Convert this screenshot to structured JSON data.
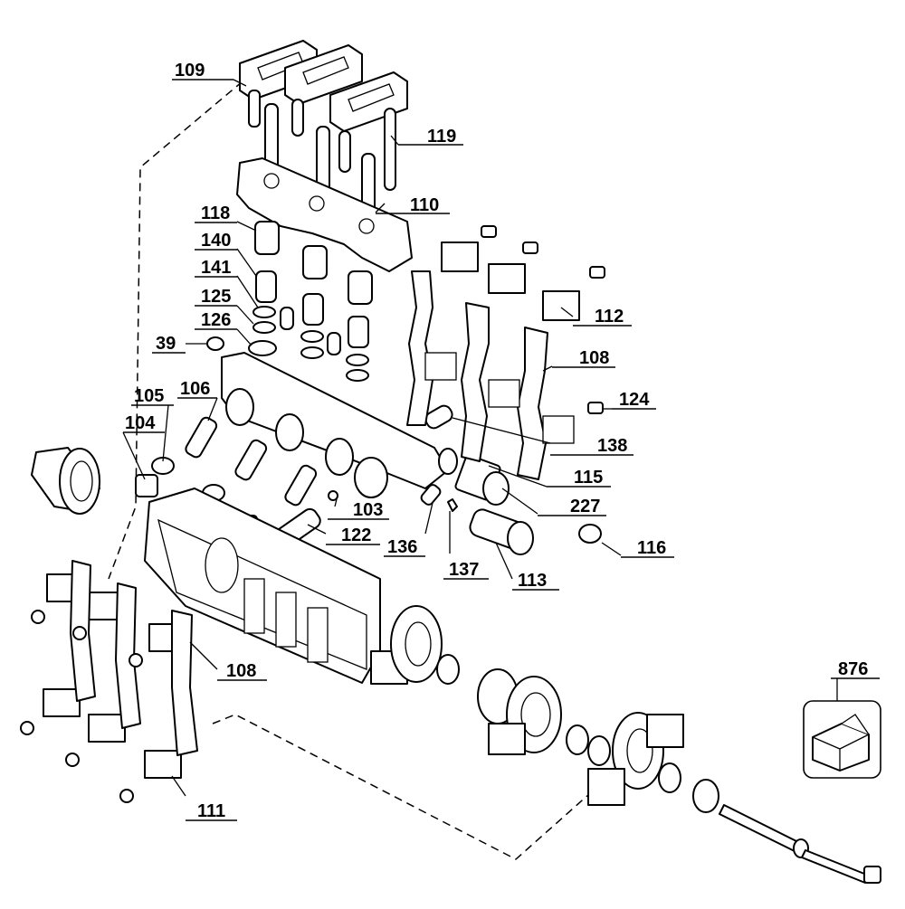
{
  "diagram": {
    "callouts": [
      {
        "id": "c109",
        "label": "109"
      },
      {
        "id": "c119",
        "label": "119"
      },
      {
        "id": "c110",
        "label": "110"
      },
      {
        "id": "c118",
        "label": "118"
      },
      {
        "id": "c140",
        "label": "140"
      },
      {
        "id": "c141",
        "label": "141"
      },
      {
        "id": "c125",
        "label": "125"
      },
      {
        "id": "c126",
        "label": "126"
      },
      {
        "id": "c39",
        "label": "39"
      },
      {
        "id": "c112",
        "label": "112"
      },
      {
        "id": "c108a",
        "label": "108"
      },
      {
        "id": "c124",
        "label": "124"
      },
      {
        "id": "c138",
        "label": "138"
      },
      {
        "id": "c115",
        "label": "115"
      },
      {
        "id": "c227",
        "label": "227"
      },
      {
        "id": "c116",
        "label": "116"
      },
      {
        "id": "c105",
        "label": "105"
      },
      {
        "id": "c106",
        "label": "106"
      },
      {
        "id": "c104",
        "label": "104"
      },
      {
        "id": "c103",
        "label": "103"
      },
      {
        "id": "c122",
        "label": "122"
      },
      {
        "id": "c136",
        "label": "136"
      },
      {
        "id": "c137",
        "label": "137"
      },
      {
        "id": "c113",
        "label": "113"
      },
      {
        "id": "c108b",
        "label": "108"
      },
      {
        "id": "c111",
        "label": "111"
      },
      {
        "id": "c876",
        "label": "876"
      }
    ]
  }
}
